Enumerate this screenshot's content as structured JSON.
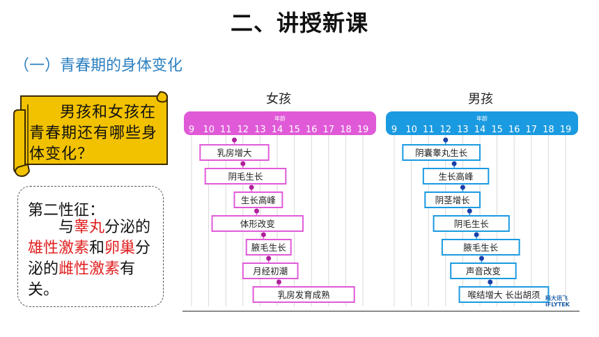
{
  "title": "二、讲授新课",
  "subtitle": "（一）青春期的身体变化",
  "question": "男孩和女孩在青春期还有哪些身体变化？",
  "note": {
    "heading": "第二性征：",
    "seg1": "与",
    "seg2": "睾丸",
    "seg3": "分泌的",
    "seg4": "雄性激素",
    "seg5": "和",
    "seg6": "卵巢",
    "seg7": "分泌的",
    "seg8": "雌性激素",
    "seg9": "有关。"
  },
  "colors": {
    "girl": "#e05ad8",
    "boy": "#1a9ae0",
    "red": "#e02020",
    "subtitle": "#2a7fc0",
    "scroll": "#f2c200"
  },
  "girl_chart": {
    "title": "女孩",
    "axis_label": "年龄",
    "ages": [
      "9",
      "10",
      "11",
      "12",
      "13",
      "14",
      "15",
      "16",
      "17",
      "18",
      "19"
    ],
    "items": [
      {
        "label": "乳房增大",
        "start": 9.5,
        "end": 13.5,
        "marker": 11.5
      },
      {
        "label": "阴毛生长",
        "start": 9.8,
        "end": 14.5,
        "marker": 12.0
      },
      {
        "label": "生长高峰",
        "start": 11.5,
        "end": 14.3,
        "marker": 12.5
      },
      {
        "label": "体形改变",
        "start": 10.2,
        "end": 15.5,
        "marker": 12.8
      },
      {
        "label": "腋毛生长",
        "start": 12.2,
        "end": 14.8,
        "marker": 13.2
      },
      {
        "label": "月经初潮",
        "start": 12.0,
        "end": 15.2,
        "marker": 13.5
      },
      {
        "label": "乳房发育成熟",
        "start": 12.6,
        "end": 18.5,
        "marker": 14.1
      }
    ]
  },
  "boy_chart": {
    "title": "男孩",
    "axis_label": "年龄",
    "ages": [
      "9",
      "10",
      "11",
      "12",
      "13",
      "14",
      "15",
      "16",
      "17",
      "18",
      "19"
    ],
    "items": [
      {
        "label": "阴囊睾丸生长",
        "start": 9.5,
        "end": 14.0,
        "marker": 12.0
      },
      {
        "label": "生长高峰",
        "start": 10.7,
        "end": 14.5,
        "marker": 12.5
      },
      {
        "label": "阴茎增长",
        "start": 10.8,
        "end": 14.0,
        "marker": 13.0
      },
      {
        "label": "阴毛生长",
        "start": 11.3,
        "end": 15.7,
        "marker": 13.4
      },
      {
        "label": "腋毛生长",
        "start": 11.8,
        "end": 16.3,
        "marker": 13.8
      },
      {
        "label": "声音改变",
        "start": 12.3,
        "end": 16.1,
        "marker": 14.1
      },
      {
        "label": "喉结增大 长出胡须",
        "start": 12.8,
        "end": 18.0,
        "marker": 14.6
      }
    ]
  },
  "logo": {
    "line1": "科大讯飞",
    "line2": "iFLYTEK"
  }
}
